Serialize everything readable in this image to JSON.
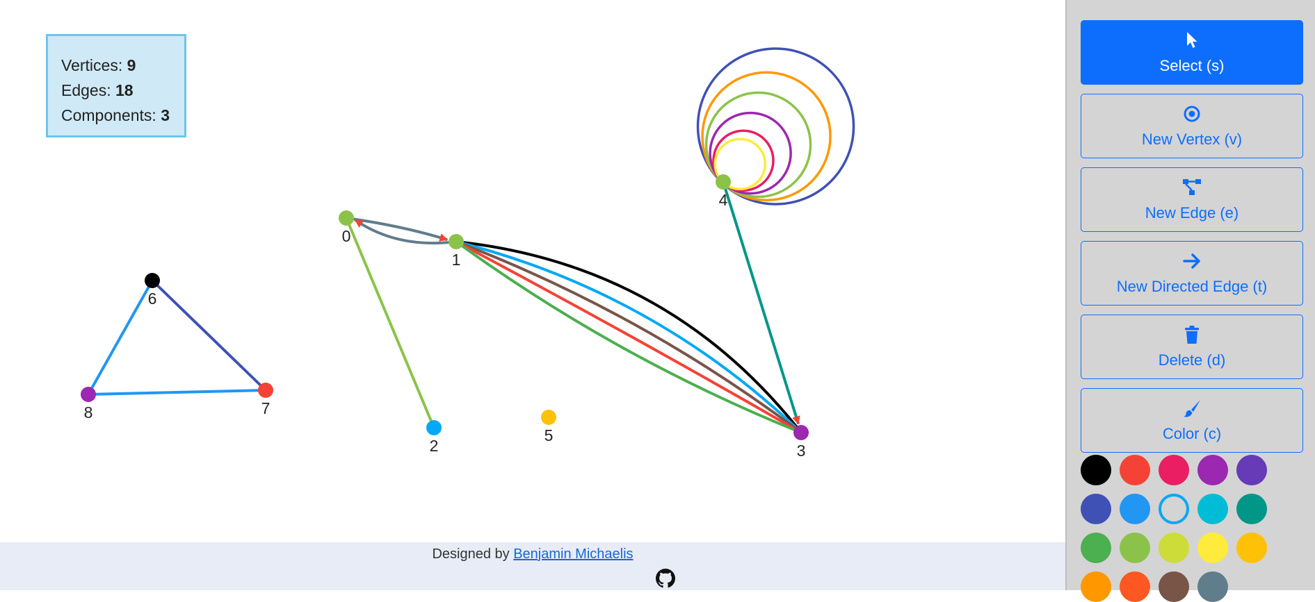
{
  "stats": {
    "vertices_label": "Vertices:",
    "vertices_value": "9",
    "edges_label": "Edges:",
    "edges_value": "18",
    "components_label": "Components:",
    "components_value": "3"
  },
  "graph": {
    "vertices": [
      {
        "id": "0",
        "label": "0",
        "color": "#8bc34a"
      },
      {
        "id": "1",
        "label": "1",
        "color": "#8bc34a"
      },
      {
        "id": "2",
        "label": "2",
        "color": "#03a9f4"
      },
      {
        "id": "3",
        "label": "3",
        "color": "#9c27b0"
      },
      {
        "id": "4",
        "label": "4",
        "color": "#8bc34a"
      },
      {
        "id": "5",
        "label": "5",
        "color": "#ffc107"
      },
      {
        "id": "6",
        "label": "6",
        "color": "#000000"
      },
      {
        "id": "7",
        "label": "7",
        "color": "#f44336"
      },
      {
        "id": "8",
        "label": "8",
        "color": "#9c27b0"
      }
    ],
    "edges": [
      {
        "from": "0",
        "to": "1",
        "directed": true,
        "color": "#607d8b"
      },
      {
        "from": "1",
        "to": "0",
        "directed": true,
        "color": "#607d8b"
      },
      {
        "from": "0",
        "to": "2",
        "directed": false,
        "color": "#8bc34a"
      },
      {
        "from": "1",
        "to": "3",
        "directed": false,
        "color": "#000000"
      },
      {
        "from": "1",
        "to": "3",
        "directed": false,
        "color": "#03a9f4"
      },
      {
        "from": "1",
        "to": "3",
        "directed": false,
        "color": "#795548"
      },
      {
        "from": "1",
        "to": "3",
        "directed": false,
        "color": "#f44336"
      },
      {
        "from": "1",
        "to": "3",
        "directed": false,
        "color": "#4caf50"
      },
      {
        "from": "4",
        "to": "3",
        "directed": true,
        "color": "#009688"
      },
      {
        "from": "4",
        "to": "4",
        "directed": false,
        "color": "#3f51b5",
        "loop": true
      },
      {
        "from": "4",
        "to": "4",
        "directed": false,
        "color": "#ff9800",
        "loop": true
      },
      {
        "from": "4",
        "to": "4",
        "directed": false,
        "color": "#8bc34a",
        "loop": true
      },
      {
        "from": "4",
        "to": "4",
        "directed": false,
        "color": "#9c27b0",
        "loop": true
      },
      {
        "from": "4",
        "to": "4",
        "directed": false,
        "color": "#e91e63",
        "loop": true
      },
      {
        "from": "4",
        "to": "4",
        "directed": false,
        "color": "#ffeb3b",
        "loop": true
      },
      {
        "from": "6",
        "to": "7",
        "directed": false,
        "color": "#3f51b5"
      },
      {
        "from": "6",
        "to": "8",
        "directed": false,
        "color": "#2196f3"
      },
      {
        "from": "8",
        "to": "7",
        "directed": false,
        "color": "#2196f3"
      }
    ]
  },
  "footer": {
    "designed_by": "Designed by",
    "author": "Benjamin Michaelis",
    "github_icon": "github-icon"
  },
  "toolbar": {
    "buttons": [
      {
        "key": "select",
        "label": "Select (s)",
        "icon": "cursor-icon",
        "active": true
      },
      {
        "key": "new-vertex",
        "label": "New Vertex (v)",
        "icon": "vertex-icon",
        "active": false
      },
      {
        "key": "new-edge",
        "label": "New Edge (e)",
        "icon": "edge-icon",
        "active": false
      },
      {
        "key": "new-directed-edge",
        "label": "New Directed Edge (t)",
        "icon": "arrow-right-icon",
        "active": false
      },
      {
        "key": "delete",
        "label": "Delete (d)",
        "icon": "trash-icon",
        "active": false
      },
      {
        "key": "color",
        "label": "Color (c)",
        "icon": "brush-icon",
        "active": false
      }
    ],
    "palette": [
      {
        "color": "#000000",
        "selected": false
      },
      {
        "color": "#f44336",
        "selected": false
      },
      {
        "color": "#e91e63",
        "selected": false
      },
      {
        "color": "#9c27b0",
        "selected": false
      },
      {
        "color": "#673ab7",
        "selected": false
      },
      {
        "color": "#3f51b5",
        "selected": false
      },
      {
        "color": "#2196f3",
        "selected": false
      },
      {
        "color": "#03a9f4",
        "selected": true
      },
      {
        "color": "#00bcd4",
        "selected": false
      },
      {
        "color": "#009688",
        "selected": false
      },
      {
        "color": "#4caf50",
        "selected": false
      },
      {
        "color": "#8bc34a",
        "selected": false
      },
      {
        "color": "#cddc39",
        "selected": false
      },
      {
        "color": "#ffeb3b",
        "selected": false
      },
      {
        "color": "#ffc107",
        "selected": false
      },
      {
        "color": "#ff9800",
        "selected": false
      },
      {
        "color": "#ff5722",
        "selected": false
      },
      {
        "color": "#795548",
        "selected": false
      },
      {
        "color": "#607d8b",
        "selected": false
      }
    ]
  }
}
